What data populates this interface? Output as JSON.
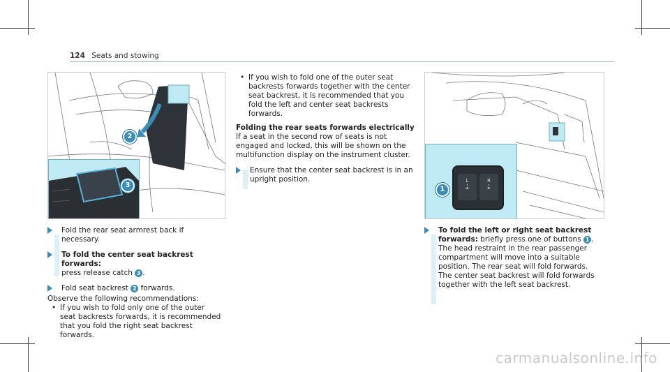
{
  "header": {
    "page_number": "124",
    "section": "Seats and stowing"
  },
  "callouts": {
    "c1": "1",
    "c2": "2",
    "c3": "3"
  },
  "left": {
    "step1": "Fold the rear seat armrest back if necessary.",
    "step2_title": "To fold the center seat backrest forwards:",
    "step2_text_a": "press release catch ",
    "step2_text_b": ".",
    "step3_a": "Fold seat backrest ",
    "step3_b": " forwards.",
    "observe": "Observe the following recommendations:",
    "bullet1": "If you wish to fold only one of the outer seat backrests forwards, it is recommended that you fold the right seat backrest forwards."
  },
  "middle": {
    "bullet1": "If you wish to fold one of the outer seat backrests forwards together with the center seat backrest, it is recommended that you fold the left and center seat backrests forwards.",
    "heading": "Folding the rear seats forwards electrically",
    "para": "If a seat in the second row of seats is not engaged and locked, this will be shown on the multifunction display on the instrument cluster.",
    "step1": "Ensure that the center seat backrest is in an upright position."
  },
  "right": {
    "step_title": "To fold the left or right seat backrest forwards:",
    "step_text_a": " briefly press one of buttons ",
    "step_text_b": ".",
    "para": "The head restraint in the rear passenger compartment will move into a suitable position. The rear seat will fold forwards. The center seat backrest will fold forwards together with the left seat backrest."
  },
  "button_labels": {
    "left": "L",
    "right": "R"
  },
  "watermark": "carmanualsonline.info",
  "bullet_glyph": "•",
  "colors": {
    "accent": "#3a8db7",
    "inset": "#bfe9f3"
  }
}
